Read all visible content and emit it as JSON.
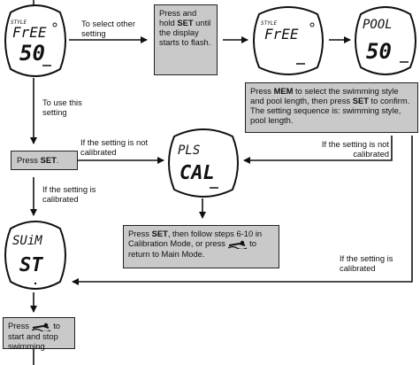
{
  "steps": {
    "select_other": "To select other setting",
    "press_hold": {
      "pre": "Press and hold ",
      "key": "SET",
      "post": " until the display starts to flash."
    },
    "press_mem": {
      "pre": "Press ",
      "key1": "MEM",
      "mid": " to select the swimming style and pool length, then press ",
      "key2": "SET",
      "post": " to confirm. The setting sequence is: swimming style, pool length."
    },
    "to_use": "To use this setting",
    "press_set": {
      "pre": "Press ",
      "key": "SET",
      "post": "."
    },
    "not_calibrated_left": "If the setting is not calibrated",
    "not_calibrated_right": "If the setting is not calibrated",
    "calibrated_left": "If the setting is calibrated",
    "calibrated_right": "If the setting is calibrated",
    "calibration_box": {
      "pre": "Press ",
      "key": "SET",
      "post": ", then follow steps 6-10 in Calibration Mode, or press ",
      "tail": " to return to Main Mode."
    },
    "start_stop": {
      "pre": "Press ",
      "post": " to start and stop swimming."
    }
  },
  "displays": {
    "free_50": {
      "top": "FrEE",
      "main": "50",
      "badge": "STYLE"
    },
    "free": {
      "top": "FrEE",
      "badge": "STYLE"
    },
    "pool_50": {
      "top": "POOL",
      "main": "50"
    },
    "pls_cal": {
      "top": "PLS",
      "main": "CAL"
    },
    "swim_st": {
      "top": "SUiM",
      "main": "ST"
    }
  },
  "icons": [
    "swimmer-icon",
    "arrow-icon",
    "watch-display-icon"
  ]
}
